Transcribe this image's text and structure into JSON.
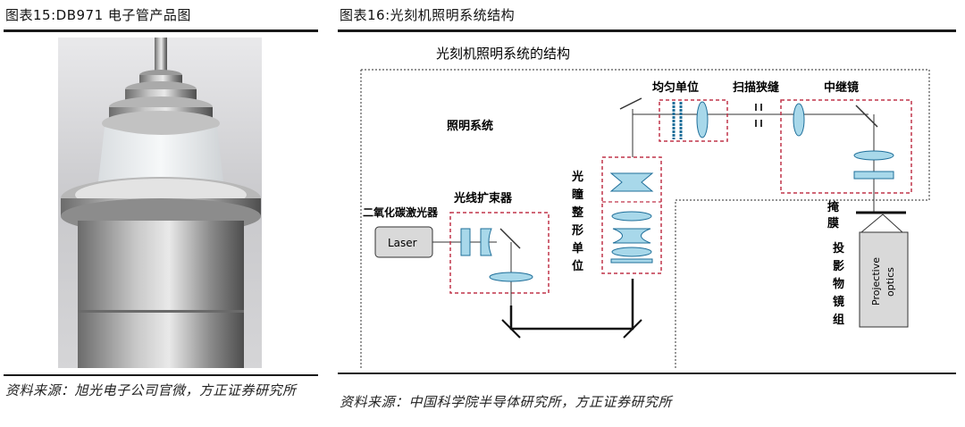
{
  "left_figure": {
    "title": "图表15:DB971 电子管产品图",
    "source": "资料来源：旭光电子公司官微，方正证券研究所"
  },
  "right_figure": {
    "title": "图表16:光刻机照明系统结构",
    "source": "资料来源：中国科学院半导体研究所，方正证券研究所",
    "diagram": {
      "heading": "光刻机照明系统的结构",
      "illumination_system": "照明系统",
      "co2_laser": "二氧化碳激光器",
      "laser_box": "Laser",
      "beam_expander": "光线扩束器",
      "pupil_shaping": "光瞳整形单位",
      "homogenizer": "均匀单位",
      "scan_slit": "扫描狭缝",
      "relay_lens": "中继镜",
      "mask": "掩膜",
      "projection_lens": "投影物镜组",
      "projective_optics_1": "Projective",
      "projective_optics_2": "optics"
    }
  },
  "colors": {
    "lens_fill": "#a8d8ea",
    "lens_stroke": "#1f6f9a",
    "dashed_red": "#c0354a",
    "outline_dotted": "#555555"
  }
}
